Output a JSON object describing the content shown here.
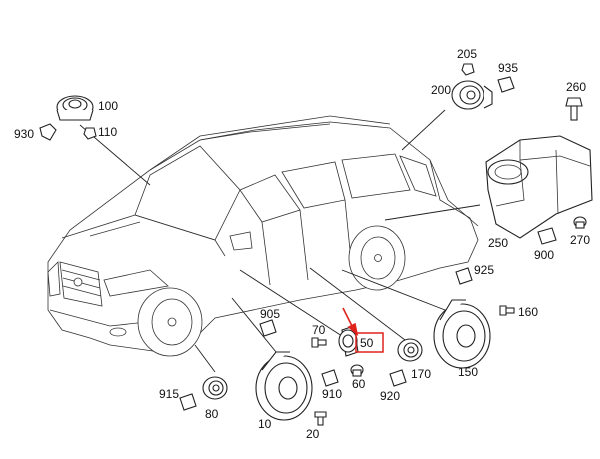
{
  "colors": {
    "highlight": "#e0221c",
    "line": "#222222",
    "background": "#ffffff"
  },
  "labels": {
    "p10": "10",
    "p20": "20",
    "p50": "50",
    "p60": "60",
    "p70": "70",
    "p100": "100",
    "p110": "110",
    "p150": "150",
    "p160": "160",
    "p170": "170",
    "p200": "200",
    "p205": "205",
    "p250": "250",
    "p260": "260",
    "p270": "270",
    "p900": "900",
    "p905": "905",
    "p910": "910",
    "p915": "915",
    "p920": "920",
    "p925": "925",
    "p930": "930",
    "p935": "935",
    "p80": "80"
  },
  "highlighted_part": "50"
}
